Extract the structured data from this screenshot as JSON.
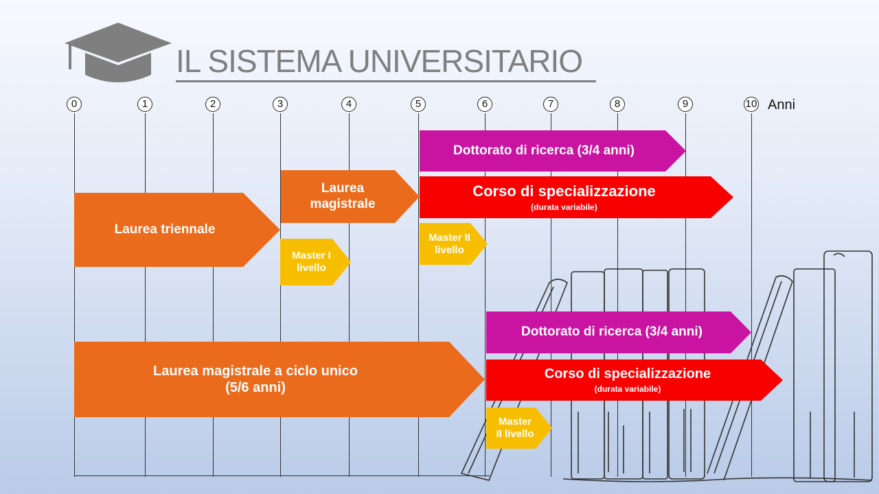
{
  "title": "IL SISTEMA UNIVERSITARIO",
  "icon": "graduation-cap-icon",
  "axis": {
    "ticks": [
      "0",
      "1",
      "2",
      "3",
      "4",
      "5",
      "6",
      "7",
      "8",
      "9",
      "10"
    ],
    "unit": "Anni"
  },
  "colors": {
    "orange": "#ea6b1c",
    "magenta": "#c913a1",
    "red": "#f80000",
    "yellow": "#f7be00"
  },
  "pathway_1": {
    "laurea_triennale": "Laurea triennale",
    "laurea_magistrale": [
      "Laurea",
      "magistrale"
    ],
    "master_1": [
      "Master I",
      "livello"
    ],
    "dottorato": "Dottorato di ricerca (3/4 anni)",
    "specializzazione": "Corso di specializzazione",
    "specializzazione_note": "(durata variabile)",
    "master_2": [
      "Master II",
      "livello"
    ]
  },
  "pathway_2": {
    "ciclo_unico": [
      "Laurea magistrale a ciclo unico",
      "(5/6 anni)"
    ],
    "dottorato": "Dottorato di ricerca (3/4 anni)",
    "specializzazione": "Corso di specializzazione",
    "specializzazione_note": "(durata variabile)",
    "master_2": [
      "Master",
      "II livello"
    ]
  }
}
